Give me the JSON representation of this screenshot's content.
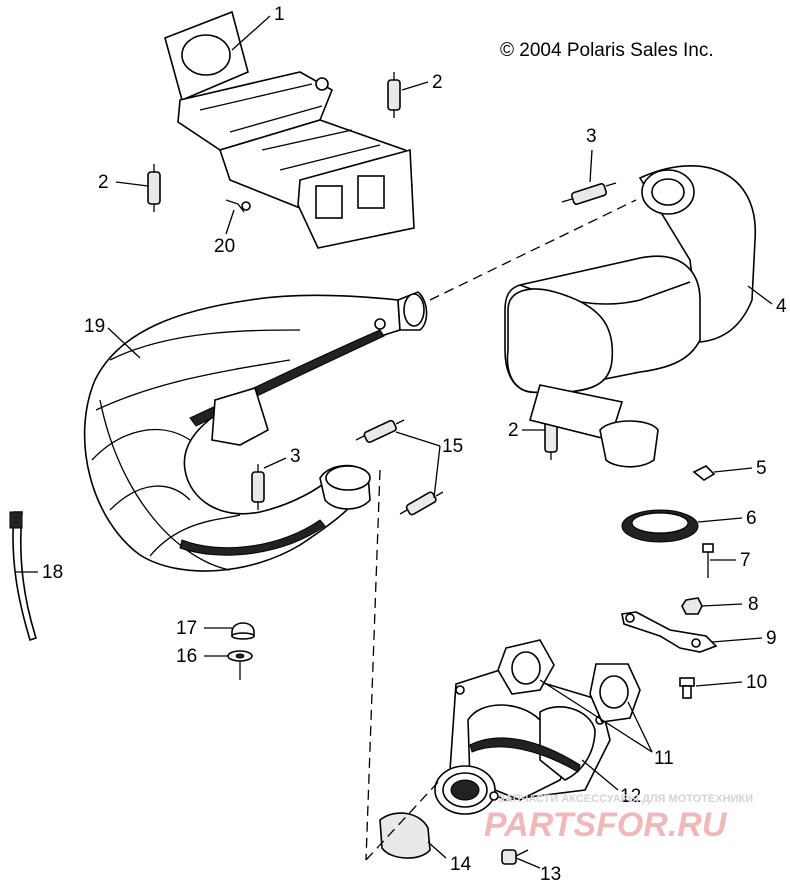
{
  "copyright": "© 2004 Polaris Sales Inc.",
  "callouts": {
    "c1": "1",
    "c2a": "2",
    "c2b": "2",
    "c2c": "2",
    "c3a": "3",
    "c3b": "3",
    "c4": "4",
    "c5": "5",
    "c6": "6",
    "c7": "7",
    "c8": "8",
    "c9": "9",
    "c10": "10",
    "c11": "11",
    "c12": "12",
    "c13": "13",
    "c14": "14",
    "c15": "15",
    "c16": "16",
    "c17": "17",
    "c18": "18",
    "c19": "19",
    "c20": "20"
  },
  "watermark": {
    "tagline": "ЗАПЧАСТИ АКСЕССУАРЫ ДЛЯ МОТОТЕХНИКИ",
    "site": "PARTSFOR.RU"
  }
}
